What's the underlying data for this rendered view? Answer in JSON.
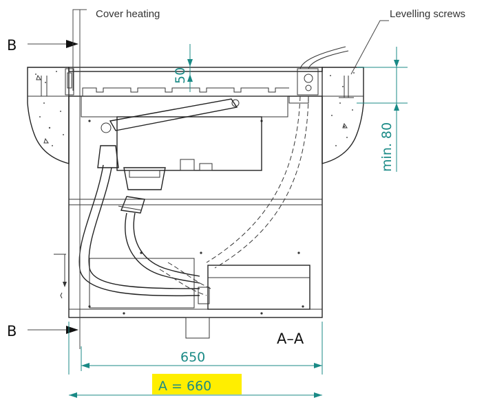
{
  "labels": {
    "cover_heating": "Cover heating",
    "levelling_screws": "Levelling screws",
    "section_top": "B",
    "section_bottom": "B",
    "section_view": "A–A"
  },
  "dimensions": {
    "depth": "50",
    "min_height": "min. 80",
    "width_inner": "650",
    "width_outer": "A = 660"
  },
  "colors": {
    "dimension": "#1a8a86",
    "highlight": "#ffee00",
    "line": "#222222"
  }
}
